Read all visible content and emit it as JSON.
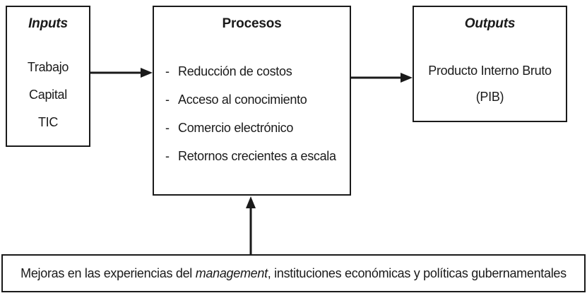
{
  "diagram": {
    "inputs_box": {
      "title": "Inputs",
      "items": [
        "Trabajo",
        "Capital",
        "TIC"
      ]
    },
    "procesos_box": {
      "title": "Procesos",
      "bullet": "-",
      "items": [
        "Reducción de costos",
        "Acceso al conocimiento",
        "Comercio electrónico",
        "Retornos crecientes a escala"
      ]
    },
    "outputs_box": {
      "title": "Outputs",
      "line1": "Producto Interno Bruto",
      "line2": "(PIB)"
    },
    "bottom_box": {
      "text_before": "Mejoras en las experiencias del ",
      "text_italic": "management",
      "text_after": ", instituciones económicas y políticas gubernamentales"
    },
    "colors": {
      "border": "#1a1a1a",
      "text": "#1a1a1a",
      "background": "#ffffff"
    }
  }
}
